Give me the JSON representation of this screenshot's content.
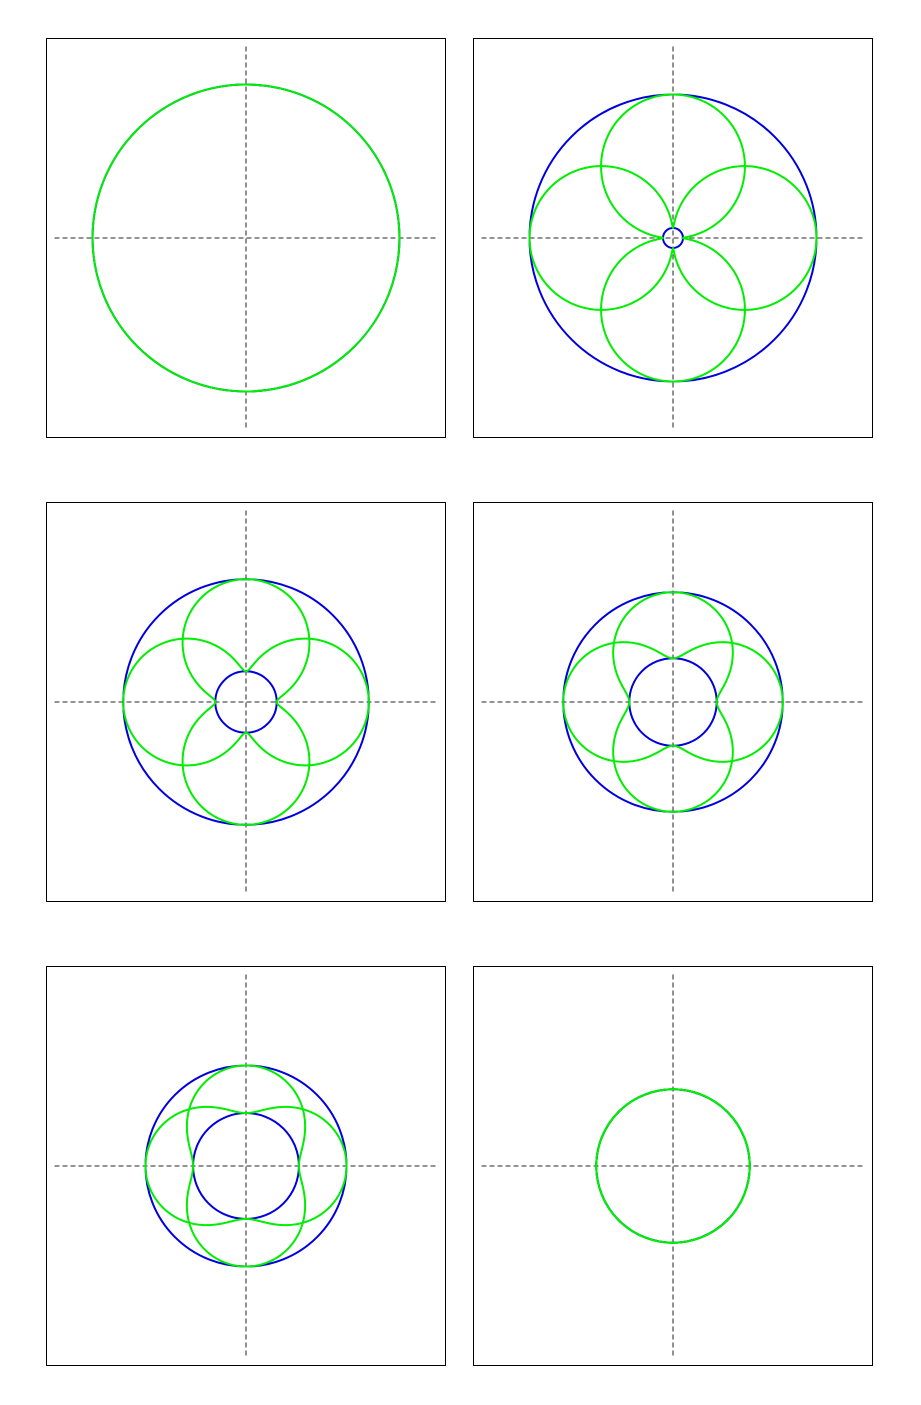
{
  "colors": {
    "blue": "#0000dd",
    "green": "#00ee00",
    "axis": "#555555",
    "frame": "#000000"
  },
  "chart_data": [
    {
      "type": "polar-curves",
      "panel": "top-left",
      "xlim": [
        -1.3,
        1.3
      ],
      "ylim": [
        -1.3,
        1.3
      ],
      "grid": false,
      "curves": [
        {
          "color": "blue",
          "shape": "circle",
          "r": 1.0
        },
        {
          "color": "green",
          "shape": "circle",
          "r": 1.0
        }
      ]
    },
    {
      "type": "polar-curves",
      "panel": "top-right",
      "xlim": [
        -1.3,
        1.3
      ],
      "ylim": [
        -1.3,
        1.3
      ],
      "grid": false,
      "curves": [
        {
          "color": "blue",
          "shape": "circle",
          "r": 0.935
        },
        {
          "color": "blue",
          "shape": "circle",
          "r": 0.065
        },
        {
          "color": "green",
          "shape": "polar",
          "a": 0.935,
          "b": 0.065
        },
        {
          "color": "green",
          "shape": "polar",
          "a": 0.065,
          "b": 0.935
        }
      ]
    },
    {
      "type": "polar-curves",
      "panel": "middle-left",
      "xlim": [
        -1.3,
        1.3
      ],
      "ylim": [
        -1.3,
        1.3
      ],
      "grid": false,
      "curves": [
        {
          "color": "blue",
          "shape": "circle",
          "r": 0.8
        },
        {
          "color": "blue",
          "shape": "circle",
          "r": 0.2
        },
        {
          "color": "green",
          "shape": "polar",
          "a": 0.8,
          "b": 0.2
        },
        {
          "color": "green",
          "shape": "polar",
          "a": 0.2,
          "b": 0.8
        }
      ]
    },
    {
      "type": "polar-curves",
      "panel": "middle-right",
      "xlim": [
        -1.3,
        1.3
      ],
      "ylim": [
        -1.3,
        1.3
      ],
      "grid": false,
      "curves": [
        {
          "color": "blue",
          "shape": "circle",
          "r": 0.715
        },
        {
          "color": "blue",
          "shape": "circle",
          "r": 0.285
        },
        {
          "color": "green",
          "shape": "polar",
          "a": 0.715,
          "b": 0.285
        },
        {
          "color": "green",
          "shape": "polar",
          "a": 0.285,
          "b": 0.715
        }
      ]
    },
    {
      "type": "polar-curves",
      "panel": "bottom-left",
      "xlim": [
        -1.3,
        1.3
      ],
      "ylim": [
        -1.3,
        1.3
      ],
      "grid": false,
      "curves": [
        {
          "color": "blue",
          "shape": "circle",
          "r": 0.655
        },
        {
          "color": "blue",
          "shape": "circle",
          "r": 0.345
        },
        {
          "color": "green",
          "shape": "polar",
          "a": 0.655,
          "b": 0.345
        },
        {
          "color": "green",
          "shape": "polar",
          "a": 0.345,
          "b": 0.655
        }
      ]
    },
    {
      "type": "polar-curves",
      "panel": "bottom-right",
      "xlim": [
        -1.3,
        1.3
      ],
      "ylim": [
        -1.3,
        1.3
      ],
      "grid": false,
      "curves": [
        {
          "color": "blue",
          "shape": "circle",
          "r": 0.5
        },
        {
          "color": "blue",
          "shape": "circle",
          "r": 0.5
        },
        {
          "color": "green",
          "shape": "polar",
          "a": 0.5,
          "b": 0.5
        },
        {
          "color": "green",
          "shape": "polar",
          "a": 0.5,
          "b": 0.5
        }
      ]
    }
  ]
}
